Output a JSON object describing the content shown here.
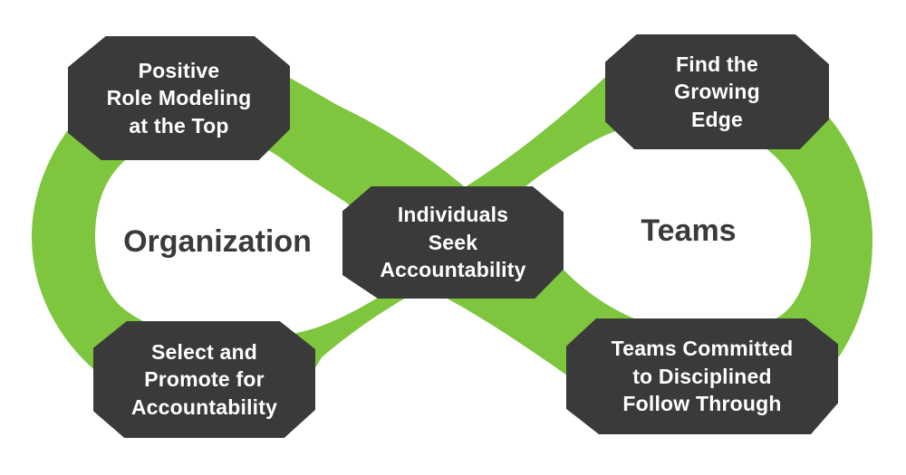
{
  "diagram": {
    "type": "infinity-loop-diagram",
    "colors": {
      "ribbon_green": "#7dc63e",
      "badge_dark": "#3a3a3a",
      "badge_text": "#ffffff",
      "label_text": "#3a3a3a",
      "background": "#ffffff"
    },
    "loops": [
      {
        "id": "left",
        "label": "Organization"
      },
      {
        "id": "right",
        "label": "Teams"
      }
    ],
    "badges": [
      {
        "id": "top-left",
        "lines": [
          "Positive",
          "Role Modeling",
          "at the Top"
        ]
      },
      {
        "id": "top-right",
        "lines": [
          "Find the",
          "Growing",
          "Edge"
        ]
      },
      {
        "id": "center",
        "lines": [
          "Individuals",
          "Seek",
          "Accountability"
        ]
      },
      {
        "id": "bottom-left",
        "lines": [
          "Select and",
          "Promote for",
          "Accountability"
        ]
      },
      {
        "id": "bottom-right",
        "lines": [
          "Teams Committed",
          "to Disciplined",
          "Follow Through"
        ]
      }
    ]
  }
}
